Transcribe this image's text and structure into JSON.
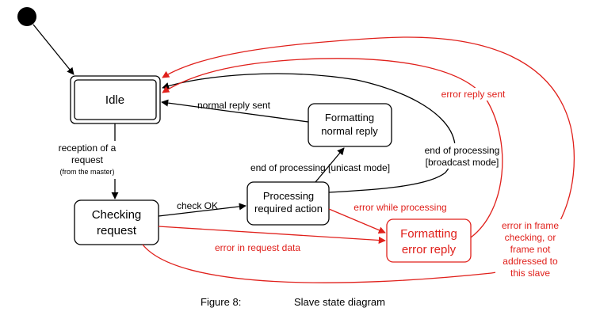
{
  "colors": {
    "black": "#000000",
    "error": "#e0201b"
  },
  "states": {
    "idle": "Idle",
    "checking": [
      "Checking",
      "request"
    ],
    "processing": [
      "Processing",
      "required action"
    ],
    "formatting_normal": [
      "Formatting",
      "normal reply"
    ],
    "formatting_error": [
      "Formatting",
      "error reply"
    ]
  },
  "transitions": {
    "reception": [
      "reception of a",
      "request"
    ],
    "reception_note": "(from the master)",
    "check_ok": "check OK",
    "end_unicast": "end of processing  [unicast mode]",
    "normal_reply_sent": "normal reply sent",
    "end_broadcast": [
      "end of processing",
      "[broadcast mode]"
    ],
    "error_processing": "error while processing",
    "error_request": "error in request data",
    "error_reply_sent": "error reply sent",
    "error_frame": [
      "error in frame",
      "checking, or",
      "frame not",
      "addressed to",
      "this slave"
    ]
  },
  "caption": {
    "label": "Figure 8:",
    "title": "Slave state diagram"
  }
}
